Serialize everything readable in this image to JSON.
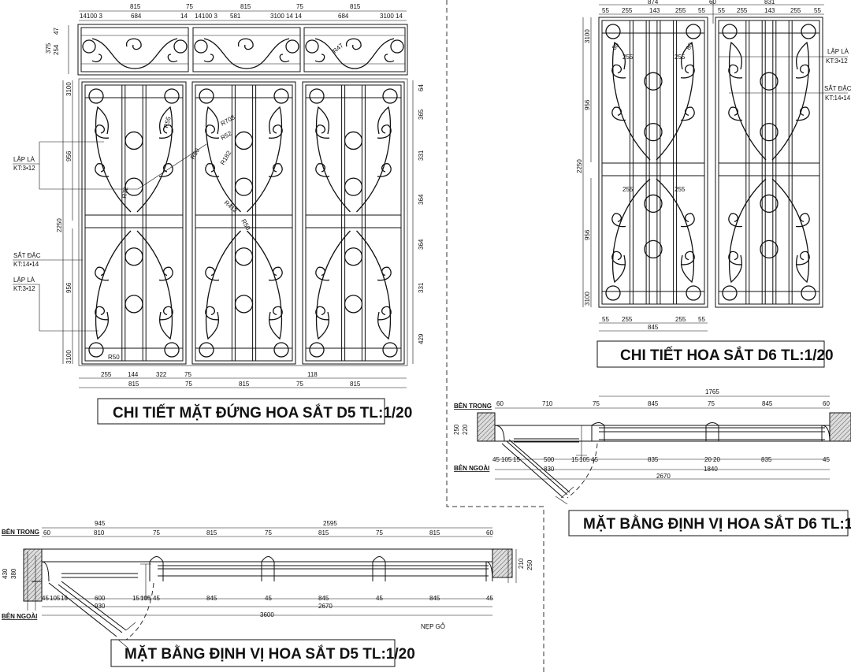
{
  "titles": {
    "d5_elevation": "CHI TIẾT MẶT ĐỨNG HOA SẮT D5  TL:1/20",
    "d6_detail": "CHI TIẾT HOA SẮT D6  TL:1/20",
    "d6_plan": "MẶT BẰNG ĐỊNH VỊ HOA SẮT D6  TL:1/20",
    "d5_plan": "MẶT BẰNG ĐỊNH VỊ HOA SẮT D5  TL:1/20"
  },
  "labels": {
    "lap_la": "LẬP LÀ",
    "lap_la_kt": "KT:3•12",
    "sat_dac": "SẮT ĐẶC",
    "sat_dac_kt": "KT:14•14",
    "ben_trong": "BÊN TRONG",
    "ben_ngoai": "BÊN NGOÀI",
    "nep_go": "NẸP GỖ"
  },
  "d5_elev_dims": {
    "top": [
      "815",
      "75",
      "815",
      "75",
      "815"
    ],
    "top2": [
      "14100 3",
      "684",
      "14",
      "14100 3",
      "581",
      "3100 14",
      "14",
      "684",
      "3100 14"
    ],
    "left": [
      "375",
      "254",
      "47",
      "2250",
      "956",
      "956",
      "3100",
      "3100"
    ],
    "right": [
      "64",
      "365",
      "331",
      "364",
      "364",
      "331",
      "429"
    ],
    "bottom": [
      "255",
      "144",
      "322",
      "75",
      "118"
    ],
    "bottom2": [
      "815",
      "75",
      "815",
      "75",
      "815"
    ],
    "radii": [
      "R47",
      "R50",
      "R72",
      "R55",
      "R708",
      "R52",
      "R182",
      "R50",
      "R412",
      "R50"
    ]
  },
  "d6_dims": {
    "top": [
      "874",
      "60",
      "831"
    ],
    "top2": [
      "55",
      "255",
      "143",
      "255",
      "55",
      "55",
      "255",
      "143",
      "255",
      "55"
    ],
    "left": [
      "2250",
      "956",
      "956",
      "3100",
      "3100"
    ],
    "inner": [
      "255",
      "255",
      "255",
      "255",
      "80",
      "80"
    ],
    "bottom": [
      "55",
      "255",
      "255",
      "55"
    ],
    "bottom2": [
      "845"
    ]
  },
  "d6_plan_dims": {
    "top": [
      "1765"
    ],
    "top2": [
      "60",
      "710",
      "75",
      "845",
      "75",
      "845",
      "60"
    ],
    "left": [
      "250",
      "220"
    ],
    "bottom": [
      "45",
      "105",
      "15",
      "500",
      "15",
      "105",
      "45",
      "835",
      "20",
      "20",
      "835",
      "45"
    ],
    "bottom2": [
      "830",
      "1840"
    ],
    "bottom3": [
      "2670"
    ]
  },
  "d5_plan_dims": {
    "top": [
      "945",
      "2595"
    ],
    "top2": [
      "60",
      "810",
      "75",
      "815",
      "75",
      "815",
      "75",
      "815",
      "60"
    ],
    "left": [
      "430",
      "380"
    ],
    "right": [
      "210",
      "250"
    ],
    "bottom": [
      "45",
      "105",
      "15",
      "600",
      "15",
      "105",
      "45",
      "845",
      "45",
      "845",
      "45",
      "845",
      "45"
    ],
    "bottom2": [
      "930",
      "2670"
    ],
    "bottom3": [
      "3600"
    ]
  }
}
